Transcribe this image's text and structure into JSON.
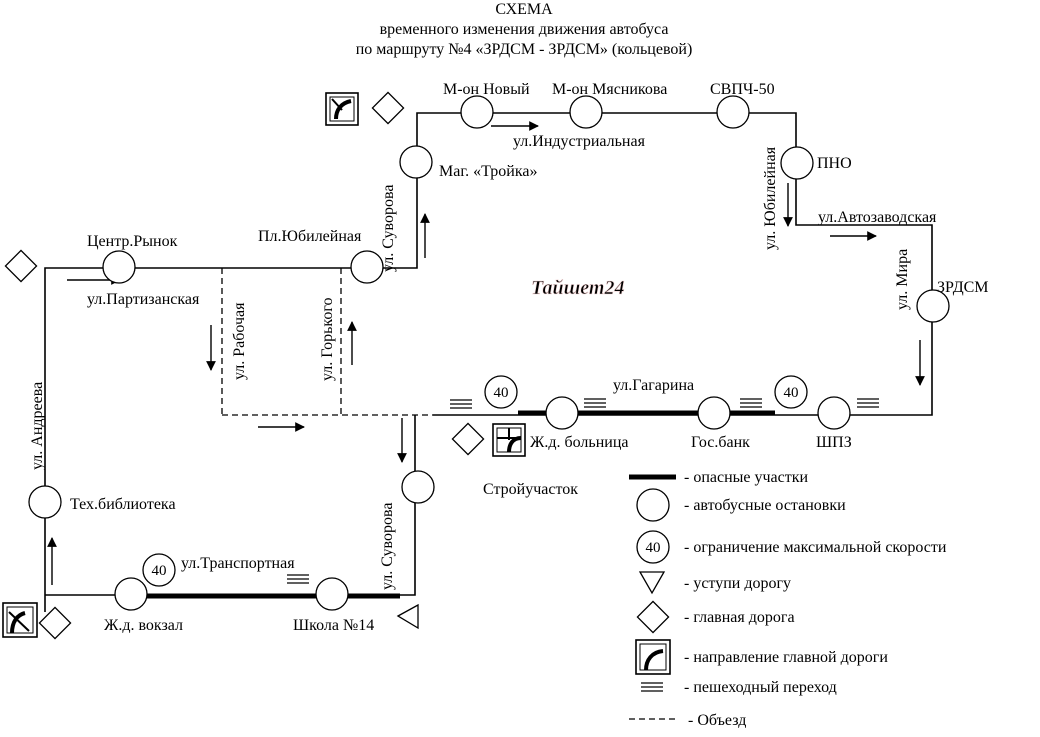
{
  "title": {
    "line1": "СХЕМА",
    "line2": "временного  изменения  движения автобуса",
    "line3": "по маршруту  №4 «ЗРДСМ - ЗРДСМ» (кольцевой)"
  },
  "watermark": "Тайшет24",
  "stops": {
    "tsentr_rynok": "Центр.Рынок",
    "pl_yubileynaya": "Пл.Юбилейная",
    "mag_troyka": "Маг. «Тройка»",
    "mon_novyy": "М-он Новый",
    "mon_myasnikova": "М-он Мясникова",
    "svpch": "СВПЧ-50",
    "pno": "ПНО",
    "zrdsm": "ЗРДСМ",
    "shpz": "ШПЗ",
    "gos_bank": "Гос.банк",
    "zhd_bolnitsa": "Ж.д. больница",
    "stroyuchastok": "Стройучасток",
    "tekh_biblioteka": "Тех.библиотека",
    "zhd_vokzal": "Ж.д. вокзал",
    "shkola14": "Школа №14"
  },
  "streets": {
    "partizanskaya": "ул.Партизанская",
    "andreeva": "ул. Андреева",
    "rabochaya": "ул. Рабочая",
    "gorkogo": "ул. Горького",
    "suvorova_top": "ул. Суворова",
    "suvorova_bottom": "ул. Суворова",
    "industrialnaya": "ул.Индустриальная",
    "yubileynaya": "ул. Юбилейная",
    "avtozavodskaya": "ул.Автозаводская",
    "mira": "ул. Мира",
    "gagarina": "ул.Гагарина",
    "transportnaya": "ул.Транспортная"
  },
  "speed_limits": {
    "gagarina_west": "40",
    "gagarina_east": "40",
    "transportnaya": "40"
  },
  "legend": [
    {
      "symbol": "danger-line",
      "label": "- опасные участки"
    },
    {
      "symbol": "bus-stop-circle",
      "label": "- автобусные остановки"
    },
    {
      "symbol": "speed-limit-sign",
      "value": "40",
      "label": "- ограничение максимальной  скорости"
    },
    {
      "symbol": "yield-triangle",
      "label": "- уступи дорогу"
    },
    {
      "symbol": "main-road-diamond",
      "label": "- главная дорога"
    },
    {
      "symbol": "main-road-direction-sign",
      "label": "- направление главной дороги"
    },
    {
      "symbol": "crosswalk-lines",
      "label": "- пешеходный переход"
    },
    {
      "symbol": "dashed-line",
      "label": "- Объезд"
    }
  ]
}
